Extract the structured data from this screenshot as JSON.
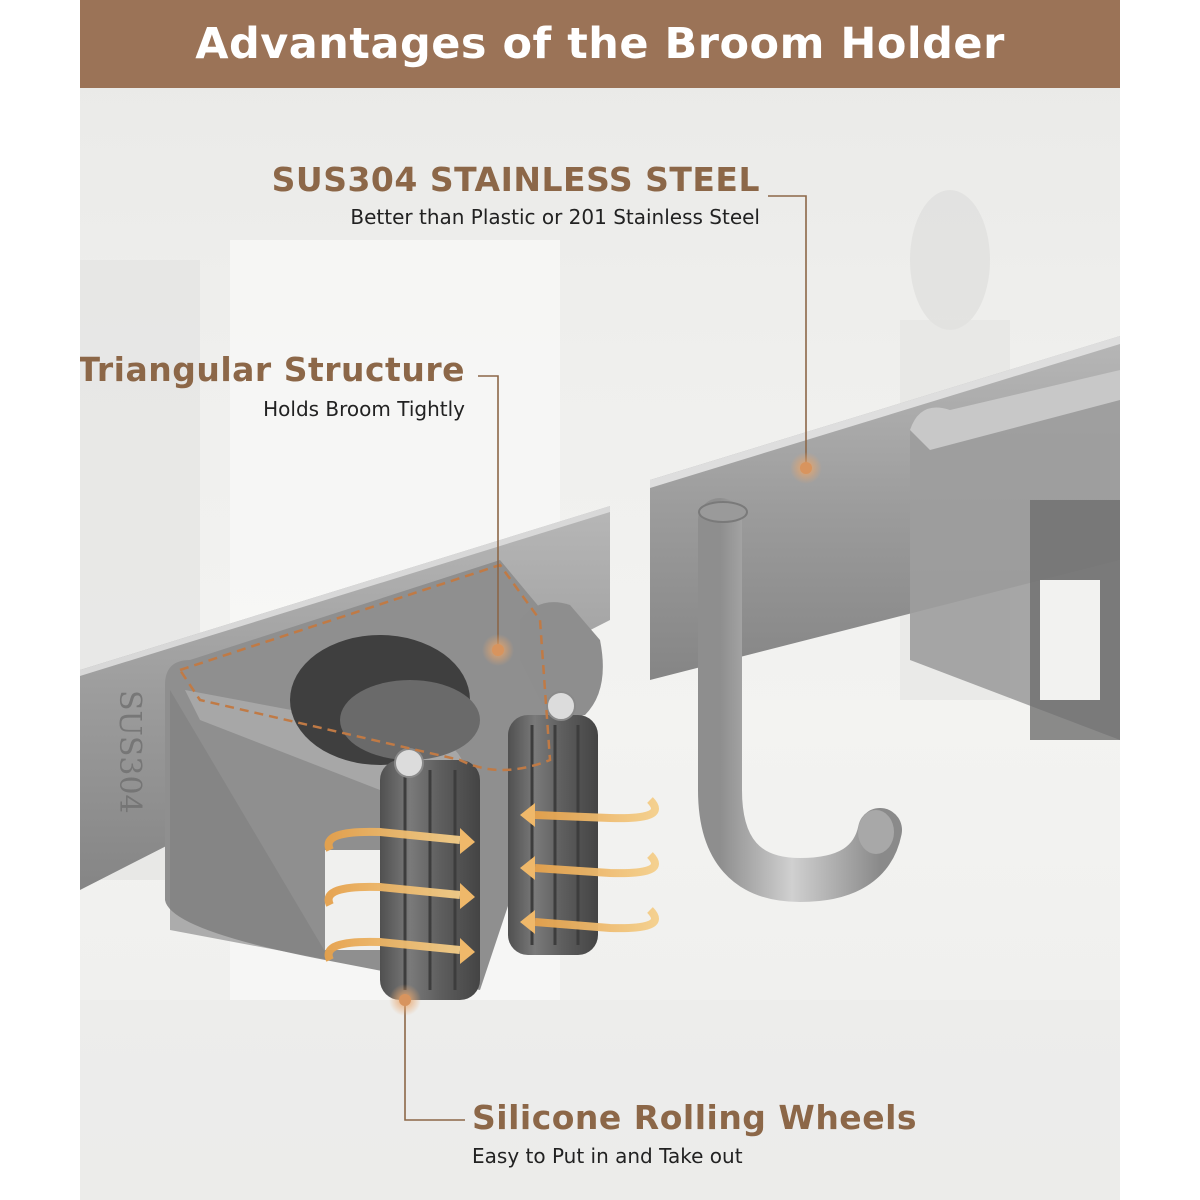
{
  "banner": {
    "title": "Advantages of the Broom Holder",
    "background_color": "#9b7357",
    "text_color": "#ffffff"
  },
  "accent_color": "#8c6748",
  "callouts": [
    {
      "title": "SUS304 STAINLESS STEEL",
      "subtitle": "Better than Plastic or 201 Stainless Steel"
    },
    {
      "title": "Triangular Structure",
      "subtitle": "Holds Broom Tightly"
    },
    {
      "title": "Silicone Rolling Wheels",
      "subtitle": "Easy to Put in and Take out"
    }
  ],
  "product_engraving": "SUS304"
}
